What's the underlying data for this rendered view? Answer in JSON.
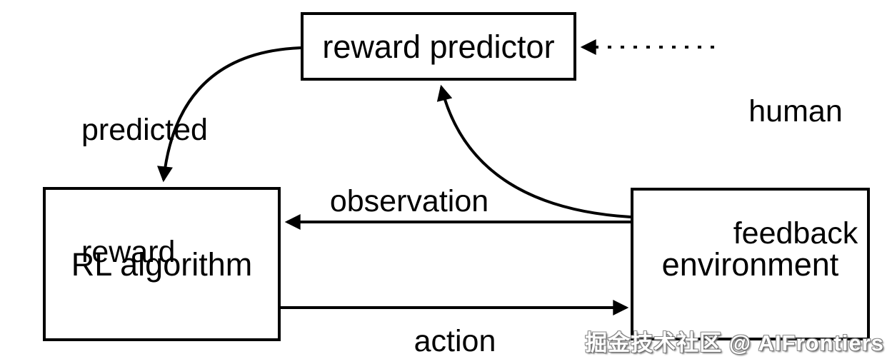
{
  "nodes": {
    "reward_predictor": {
      "label": "reward predictor"
    },
    "rl_algorithm": {
      "label": "RL algorithm"
    },
    "environment": {
      "label": "environment"
    }
  },
  "edge_labels": {
    "predicted_reward": {
      "line1": "predicted",
      "line2": "reward"
    },
    "human_feedback": {
      "line1": "human",
      "line2": "feedback"
    },
    "observation": "observation",
    "action": "action"
  },
  "edges": {
    "predicted_reward": {
      "from": "reward_predictor",
      "to": "rl_algorithm",
      "style": "solid-curve"
    },
    "human_feedback": {
      "from": "human",
      "to": "reward_predictor",
      "style": "dotted"
    },
    "observation": {
      "from": "environment",
      "to": "rl_algorithm",
      "style": "solid"
    },
    "action": {
      "from": "rl_algorithm",
      "to": "environment",
      "style": "solid"
    },
    "environment_to_reward_predictor": {
      "from": "environment",
      "to": "reward_predictor",
      "style": "solid-curve"
    }
  },
  "watermark": {
    "text": "掘金技术社区 @ AIFrontiers"
  },
  "colors": {
    "stroke": "#000000",
    "background": "#ffffff",
    "text": "#000000",
    "watermark_fill": "#ffffff",
    "watermark_shadow": "#6e6e6e"
  }
}
